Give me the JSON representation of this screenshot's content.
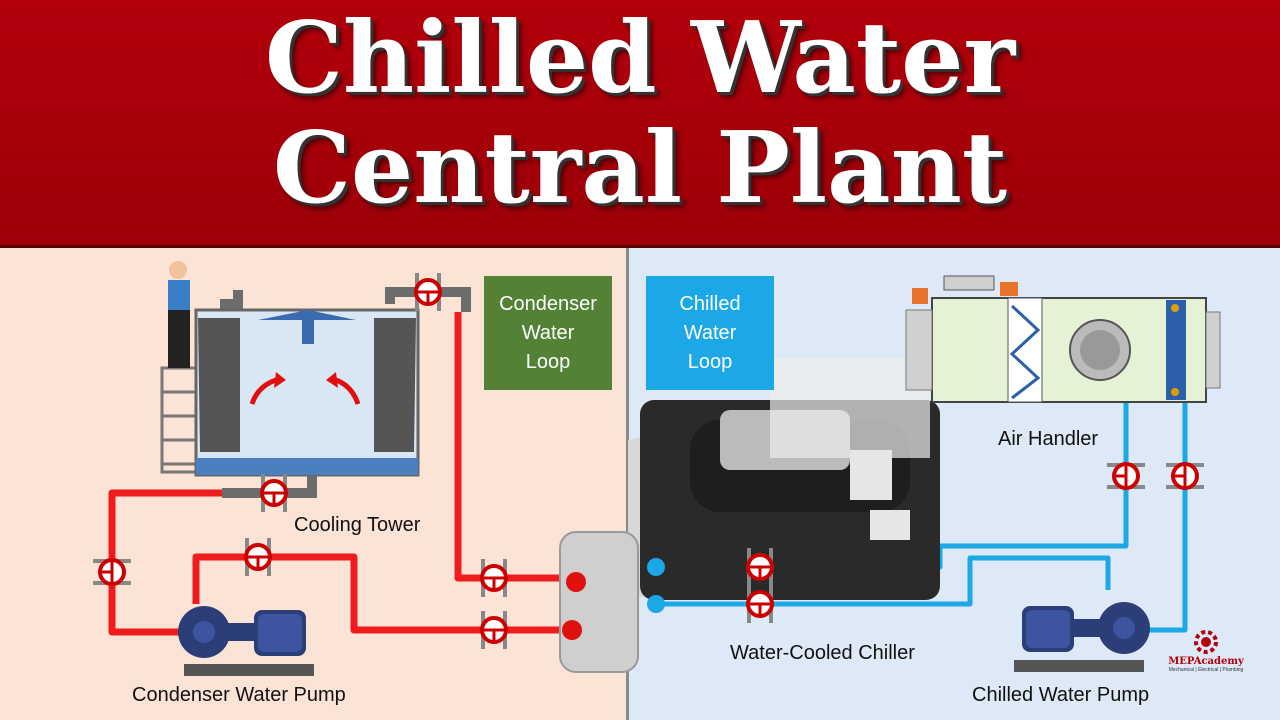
{
  "header": {
    "title_line1": "Chilled Water",
    "title_line2": "Central Plant"
  },
  "loops": {
    "condenser": {
      "label": "Condenser\nWater\nLoop",
      "color": "#538135"
    },
    "chilled": {
      "label": "Chilled\nWater\nLoop",
      "color": "#1ca7e6"
    }
  },
  "components": {
    "cooling_tower": "Cooling Tower",
    "condenser_pump": "Condenser Water Pump",
    "chiller": "Water-Cooled Chiller",
    "air_handler": "Air Handler",
    "chilled_pump": "Chilled Water Pump"
  },
  "logo": {
    "brand": "MEPAcademy",
    "tagline": "Mechanical | Electrical | Plumbing"
  },
  "colors": {
    "banner": "#b3000b",
    "condenser_pipe": "#ee1c1c",
    "chilled_pipe": "#1ca7e6",
    "left_bg": "#fbe3d6",
    "right_bg": "#dde9f6"
  }
}
